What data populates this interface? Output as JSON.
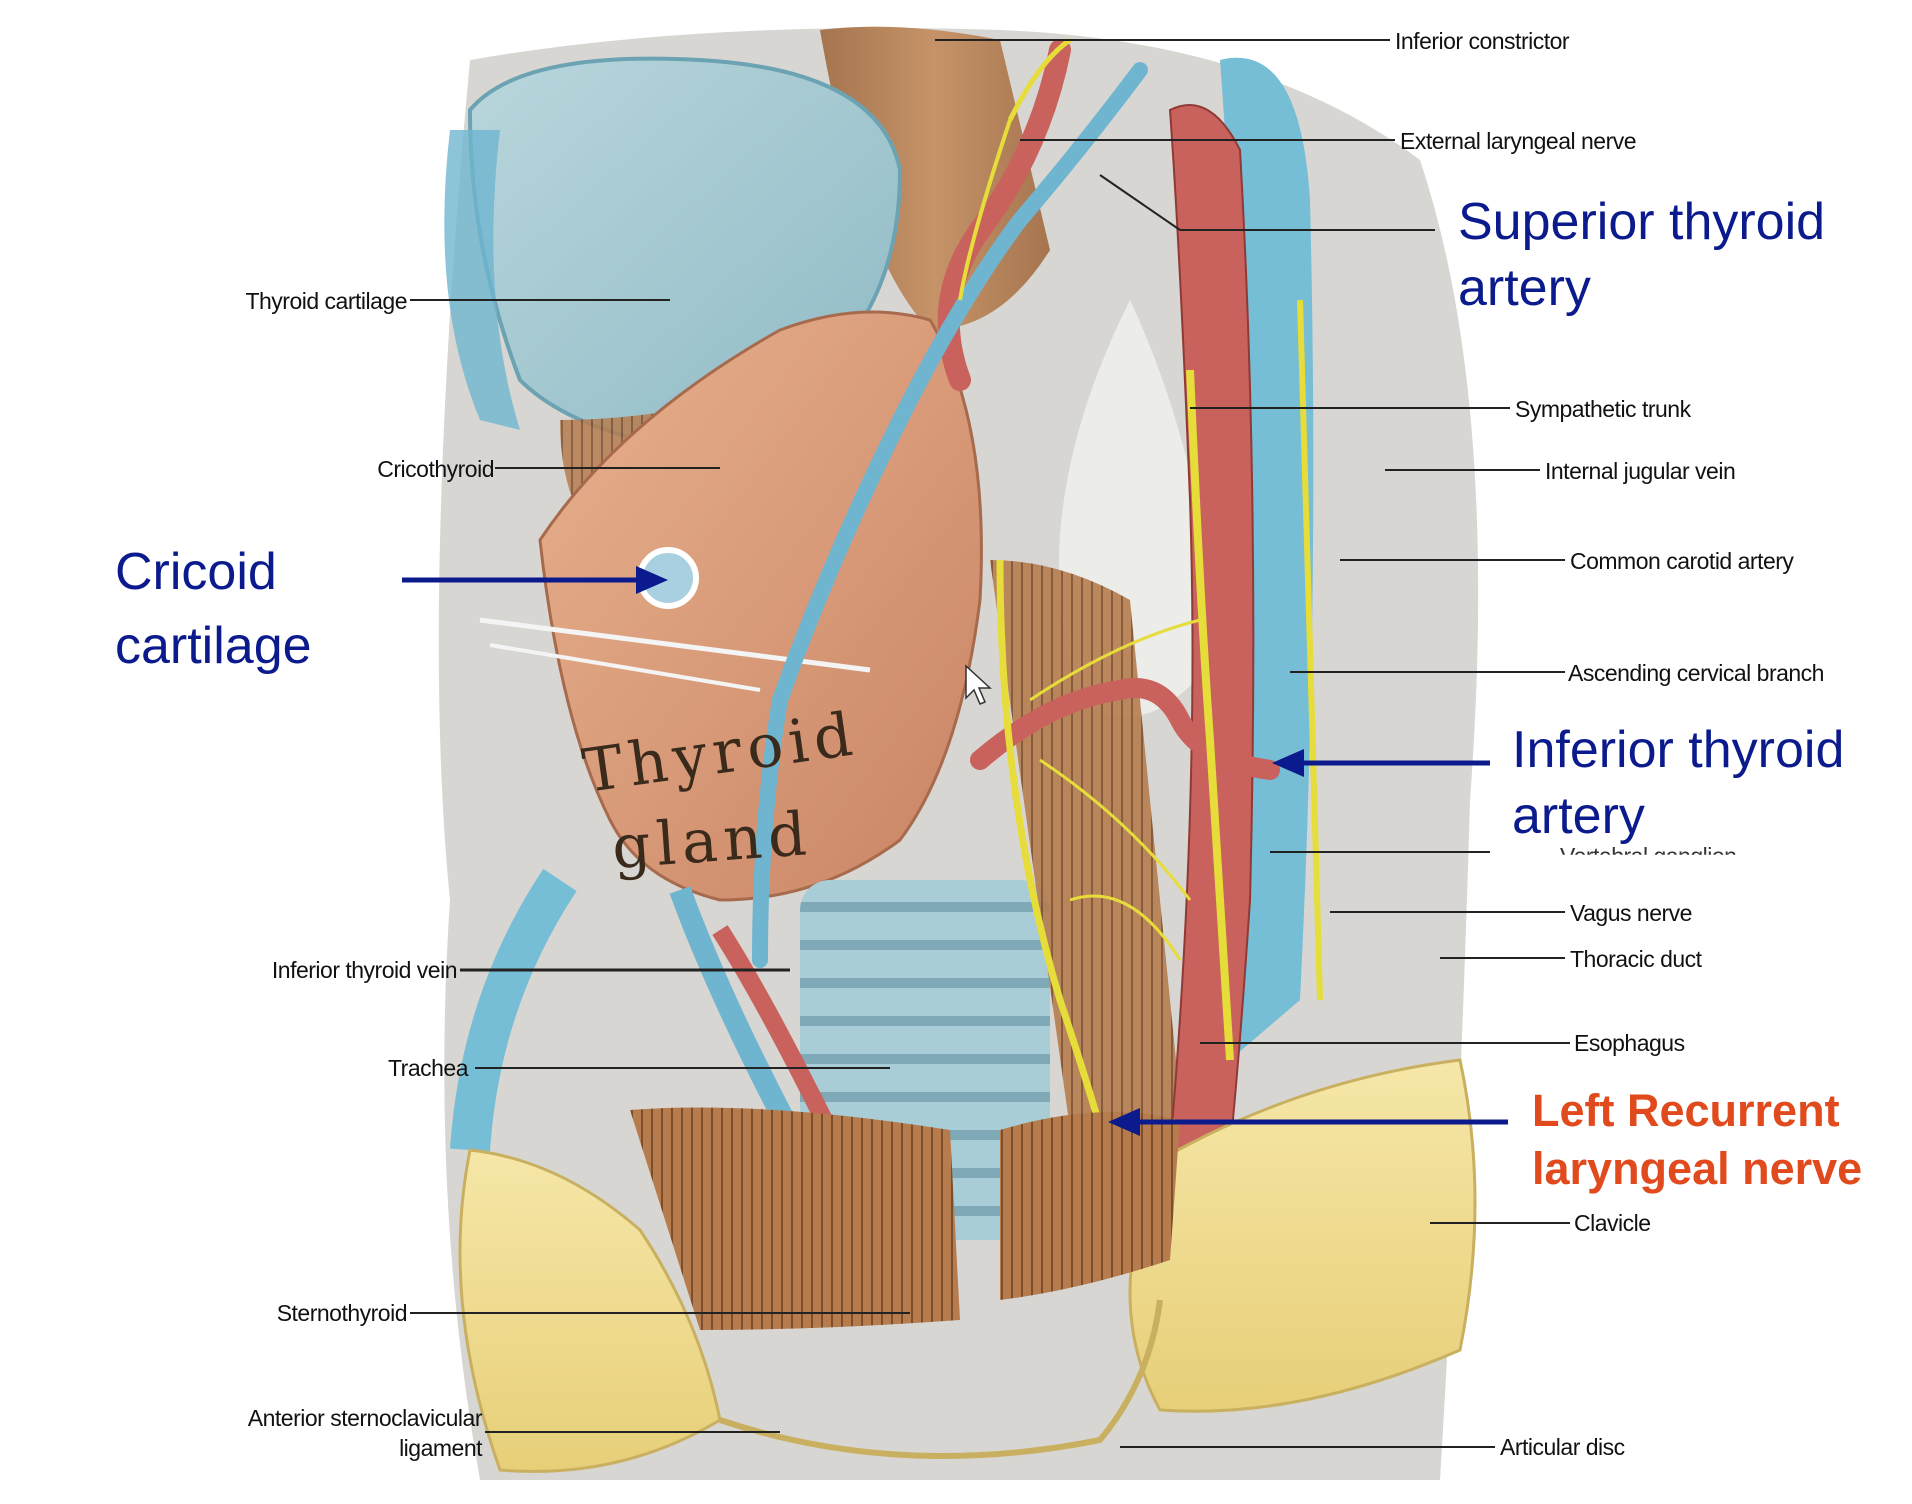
{
  "colors": {
    "artery": "#c9625c",
    "vein": "#6fb5cf",
    "nerve": "#e6dc3a",
    "cartilage": "#9cc4cc",
    "muscle": "#b07a4c",
    "gland": "#e0a47e",
    "bone": "#f0dc8e",
    "annotation_blue": "#0b1a8c",
    "annotation_orange": "#e04a1c"
  },
  "handwritten": {
    "line1": "Thyroid",
    "line2": "gland"
  },
  "labels_left": [
    {
      "id": "thyroid-cartilage",
      "text": "Thyroid cartilage"
    },
    {
      "id": "cricothyroid",
      "text": "Cricothyroid"
    },
    {
      "id": "inferior-thyroid-vein",
      "text": "Inferior thyroid vein"
    },
    {
      "id": "trachea",
      "text": "Trachea"
    },
    {
      "id": "sternothyroid",
      "text": "Sternothyroid"
    },
    {
      "id": "anterior-sternoclavicular-1",
      "text": "Anterior sternoclavicular"
    },
    {
      "id": "anterior-sternoclavicular-2",
      "text": "ligament"
    }
  ],
  "labels_right": [
    {
      "id": "inferior-constrictor",
      "text": "Inferior constrictor"
    },
    {
      "id": "external-laryngeal-nerve",
      "text": "External laryngeal nerve"
    },
    {
      "id": "sympathetic-trunk",
      "text": "Sympathetic trunk"
    },
    {
      "id": "internal-jugular-vein",
      "text": "Internal jugular vein"
    },
    {
      "id": "common-carotid-artery",
      "text": "Common carotid artery"
    },
    {
      "id": "ascending-cervical-branch",
      "text": "Ascending cervical branch"
    },
    {
      "id": "vertebral-ganglion",
      "text": "Vertebral ganglion"
    },
    {
      "id": "vagus-nerve",
      "text": "Vagus nerve"
    },
    {
      "id": "thoracic-duct",
      "text": "Thoracic duct"
    },
    {
      "id": "esophagus",
      "text": "Esophagus"
    },
    {
      "id": "clavicle",
      "text": "Clavicle"
    },
    {
      "id": "articular-disc",
      "text": "Articular disc"
    }
  ],
  "annotations": {
    "superior_thyroid_1": "Superior thyroid",
    "superior_thyroid_2": "artery",
    "cricoid_1": "Cricoid",
    "cricoid_2": "cartilage",
    "inferior_thyroid_1": "Inferior thyroid",
    "inferior_thyroid_2": "artery",
    "left_recurrent_1": "Left Recurrent",
    "left_recurrent_2": "laryngeal nerve"
  }
}
